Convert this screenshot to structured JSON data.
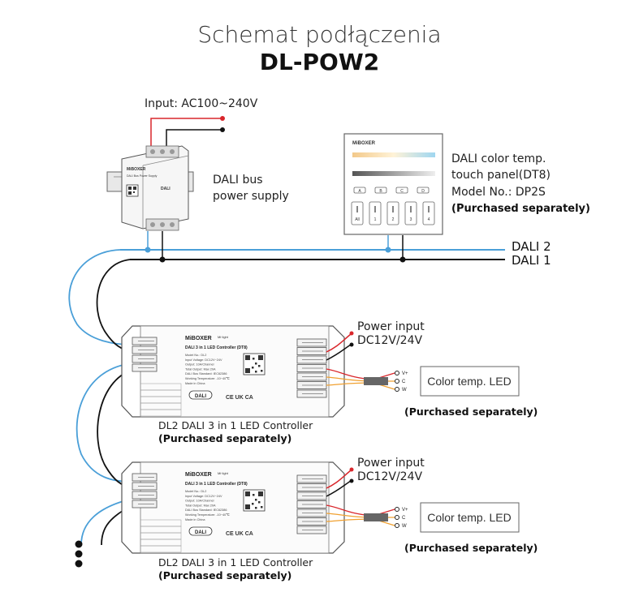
{
  "title": "Schemat podłączenia",
  "model": "DL-POW2",
  "input_label": "Input: AC100~240V",
  "psu": {
    "label_line1": "DALI bus",
    "label_line2": "power supply",
    "logo": "MiBOXER",
    "device_text": "DALI Bus Power Supply",
    "dali": "DALI"
  },
  "panel": {
    "logo": "MiBOXER",
    "label_line1": "DALI color temp.",
    "label_line2": "touch panel(DT8)",
    "model": "Model No.: DP2S",
    "purchased": "(Purchased separately)",
    "buttons": [
      "A",
      "B",
      "C",
      "D"
    ],
    "switches": [
      "All",
      "1",
      "2",
      "3",
      "4"
    ]
  },
  "bus_labels": [
    "DALI 2",
    "DALI 1"
  ],
  "controllers": [
    {
      "logo": "MiBOXER",
      "mi_light": "Mi·light",
      "subtitle": "DALI 3 in 1 LED Controller (DT8)",
      "specs": [
        "Model No.: DL2",
        "Input Voltage: DC12V~24V",
        "Output: 10A/Channel",
        "Total Output: Max 20A",
        "DALI Bus Standard: IEC62386",
        "Working Temperature: -10~40℃",
        "Made in China"
      ],
      "dali": "DALI",
      "marks": "CE UK CA",
      "power_input": "Power input",
      "voltage": "DC12V/24V",
      "led_label": "Color temp. LED",
      "led_pins": [
        "V+",
        "C",
        "W"
      ],
      "led_purchased": "(Purchased separately)",
      "name": "DL2 DALI 3 in 1 LED Controller",
      "purchased": "(Purchased separately)"
    },
    {
      "logo": "MiBOXER",
      "mi_light": "Mi·light",
      "subtitle": "DALI 3 in 1 LED Controller (DT8)",
      "specs": [
        "Model No.: DL2",
        "Input Voltage: DC12V~24V",
        "Output: 10A/Channel",
        "Total Output: Max 20A",
        "DALI Bus Standard: IEC62386",
        "Working Temperature: -10~40℃",
        "Made in China"
      ],
      "dali": "DALI",
      "marks": "CE UK CA",
      "power_input": "Power input",
      "voltage": "DC12V/24V",
      "led_label": "Color temp. LED",
      "led_pins": [
        "V+",
        "C",
        "W"
      ],
      "led_purchased": "(Purchased separately)",
      "name": "DL2 DALI 3 in 1 LED Controller",
      "purchased": "(Purchased separately)"
    }
  ],
  "colors": {
    "dali2": "#4a9fd8",
    "dali1": "#111111",
    "live": "#d9262b",
    "neutral": "#111111",
    "orange": "#f0a030",
    "device_stroke": "#555555"
  }
}
